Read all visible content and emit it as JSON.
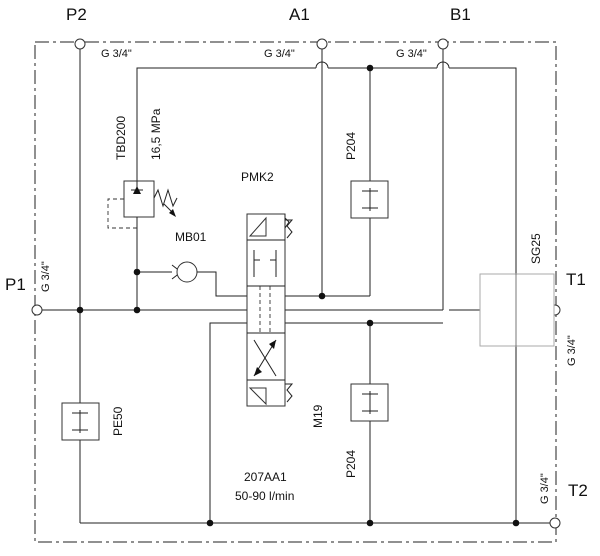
{
  "ports": {
    "p2": "P2",
    "a1": "A1",
    "b1": "B1",
    "p1": "P1",
    "t1": "T1",
    "t2": "T2"
  },
  "threads": {
    "p2": "G 3/4\"",
    "a1": "G 3/4\"",
    "b1": "G 3/4\"",
    "p1": "G 3/4\"",
    "t1": "G 3/4\"",
    "t2": "G 3/4\""
  },
  "components": {
    "relief_code": "TBD200",
    "relief_pressure": "16,5 MPa",
    "check_valve": "MB01",
    "main_valve": "PMK2",
    "plug_upper": "P204",
    "plug_lower": "P204",
    "plug_lower_extra": "M19",
    "filter_left": "PE50",
    "filter_right": "SG25",
    "spool_code": "207AA1",
    "flow_range": "50-90 l/min"
  }
}
